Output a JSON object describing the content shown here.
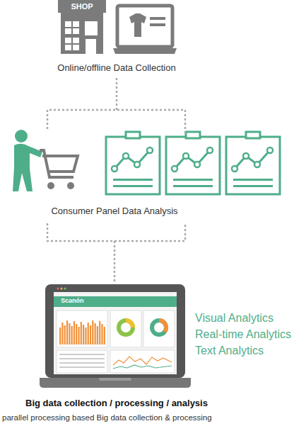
{
  "diagram": {
    "nodes": [
      {
        "text": [
          "Online/offline Data Collection"
        ]
      },
      {
        "text": [
          "Consumer Panel Data Analysis"
        ]
      },
      {
        "text": [
          "Big data collection / processing / analysis",
          "parallel processing based Big data collection & processing"
        ]
      }
    ],
    "edges": [
      {
        "from": 0,
        "to": 1,
        "arrow": "none"
      },
      {
        "from": 1,
        "to": 2,
        "arrow": "none"
      }
    ],
    "labels": [
      "SHOP",
      "Scanón",
      "Visual Analytics",
      "Real-time Analytics",
      "Text Analytics"
    ]
  }
}
